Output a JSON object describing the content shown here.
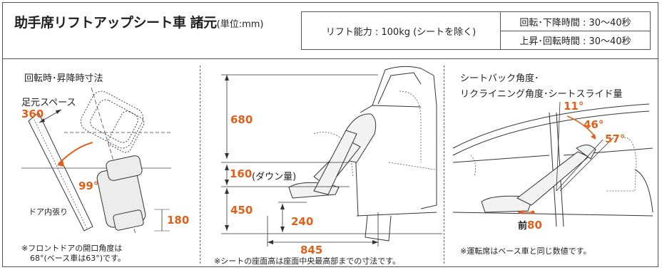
{
  "header": {
    "title": "助手席リフトアップシート車 諸元",
    "unit": "(単位:mm)",
    "lift_capacity": "リフト能力 : 100kg (シートを除く)",
    "rotate_lower_time": "回転･下降時間 : 30〜40秒",
    "raise_rotate_time": "上昇･回転時間 : 30〜40秒"
  },
  "panel1": {
    "title": "回転時･昇降時寸法",
    "foot_space_label": "足元スペース",
    "foot_space_value": "360",
    "angle_value": "99°",
    "door_trim_label": "ドア内張り",
    "depth_value": "180",
    "note_line1": "※フロントドアの開口角度は",
    "note_line2": "68°(ベース車は63°)です。"
  },
  "panel2": {
    "dim_top": "680",
    "dim_down": "160",
    "dim_down_label": "(ダウン量)",
    "dim_seat": "450",
    "dim_step": "240",
    "dim_length": "845",
    "note": "※シートの座面高は座面中央最高部までの寸法です。"
  },
  "panel3": {
    "title_line1": "シートバック角度･",
    "title_line2": "リクライニング角度･シートスライド量",
    "angle_a": "11°",
    "angle_b": "46°",
    "angle_c": "57°",
    "slide_prefix": "前",
    "slide_value": "80",
    "note": "※運転席はベース車と同じ数値です。"
  },
  "colors": {
    "accent": "#e0601a",
    "line": "#555555"
  }
}
